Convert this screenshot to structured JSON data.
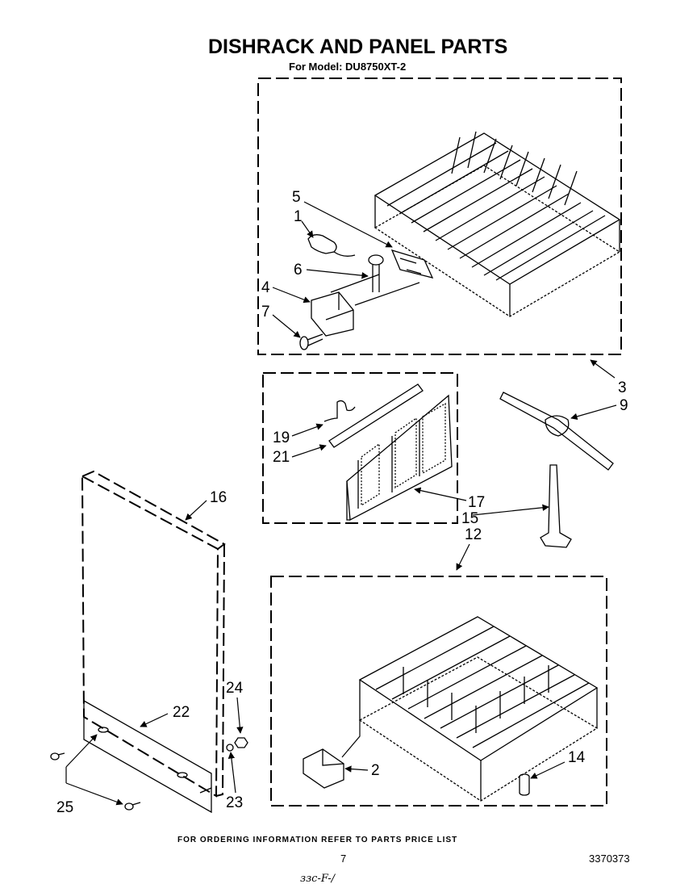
{
  "title": "DISHRACK AND PANEL PARTS",
  "subtitle": "For Model: DU8750XT-2",
  "callouts": {
    "p1": "1",
    "p2": "2",
    "p3": "3",
    "p4": "4",
    "p5": "5",
    "p6": "6",
    "p7": "7",
    "p9": "9",
    "p12": "12",
    "p14": "14",
    "p15": "15",
    "p16": "16",
    "p17": "17",
    "p19": "19",
    "p21": "21",
    "p22": "22",
    "p23": "23",
    "p24": "24",
    "p25": "25"
  },
  "footer": {
    "ordering_note": "FOR ORDERING INFORMATION REFER TO PARTS PRICE LIST",
    "page_number": "7",
    "doc_number": "3370373",
    "handwritten": "ззс-F-/"
  }
}
